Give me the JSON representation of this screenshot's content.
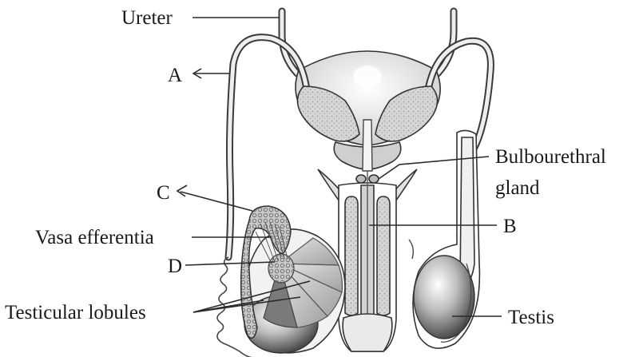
{
  "labels": {
    "ureter": "Ureter",
    "a": "A",
    "c": "C",
    "vasa_efferentia": "Vasa efferentia",
    "d": "D",
    "testicular_lobules": "Testicular lobules",
    "bulbourethral_line1": "Bulbourethral",
    "bulbourethral_line2": "gland",
    "b": "B",
    "testis": "Testis"
  }
}
